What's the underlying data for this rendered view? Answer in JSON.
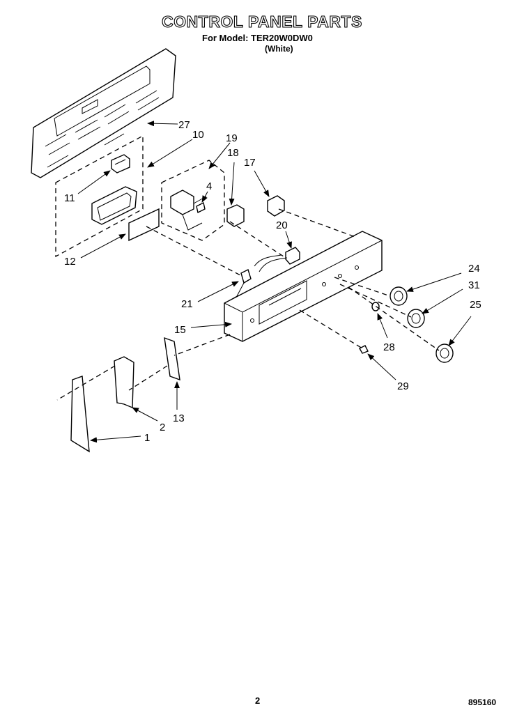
{
  "header": {
    "title": "CONTROL PANEL PARTS",
    "subtitle": "For Model: TER20W0DW0",
    "color": "(White)"
  },
  "footer": {
    "page": "2",
    "doc_number": "895160"
  },
  "callouts": {
    "c1": "1",
    "c2": "2",
    "c4": "4",
    "c10": "10",
    "c11": "11",
    "c12": "12",
    "c13": "13",
    "c15": "15",
    "c17": "17",
    "c18": "18",
    "c19": "19",
    "c20": "20",
    "c21": "21",
    "c24": "24",
    "c25": "25",
    "c27": "27",
    "c28": "28",
    "c29": "29",
    "c31": "31"
  }
}
